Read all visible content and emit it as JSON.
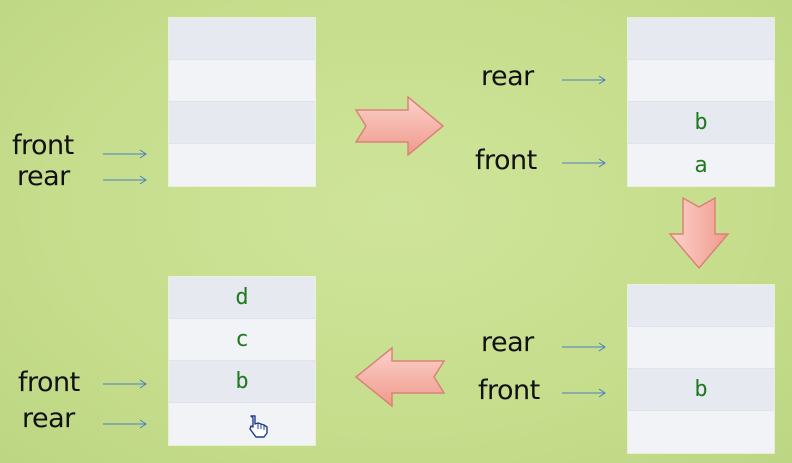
{
  "diagram": {
    "colors": {
      "background": "#c8df8f",
      "cell_dark": "#e6e9ef",
      "cell_light": "#f1f3f7",
      "cell_text": "#1f7a1f",
      "pointer": "#4a7fc0",
      "arrow_fill": "#f6b7ad",
      "arrow_stroke": "#d98378"
    },
    "panel1": {
      "front_label": "front",
      "rear_label": "rear",
      "cells": [
        "",
        "",
        "",
        ""
      ]
    },
    "panel2": {
      "rear_label": "rear",
      "front_label": "front",
      "cells": [
        "",
        "",
        "b",
        "a"
      ]
    },
    "panel3": {
      "rear_label": "rear",
      "front_label": "front",
      "cells": [
        "",
        "",
        "b",
        ""
      ]
    },
    "panel4": {
      "front_label": "front",
      "rear_label": "rear",
      "cells": [
        "d",
        "c",
        "b",
        ""
      ]
    },
    "icons": {
      "transition_arrow": "pink-block-arrow",
      "cursor": "hand-pointer-icon"
    }
  }
}
